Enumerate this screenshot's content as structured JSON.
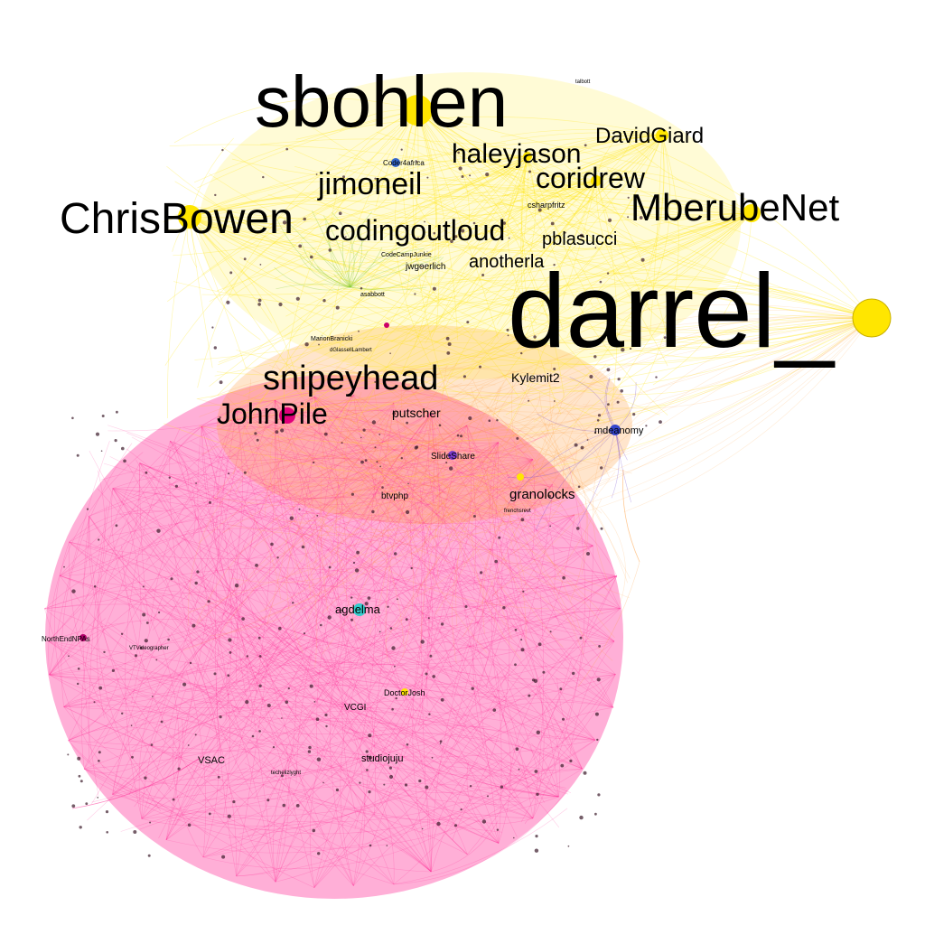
{
  "colors": {
    "background": "#ffffff",
    "cluster_pink": "#ff1a8c",
    "cluster_orange": "#ff9933",
    "cluster_yellow": "#ffe600",
    "cluster_green": "#88cc33",
    "node_blue": "#3344cc",
    "node_cyan": "#33cccc",
    "label": "#000000"
  },
  "labels": {
    "sbohlen": "sbohlen",
    "darrel": "darrel_",
    "chrisbowen": "ChrisBowen",
    "mberubenet": "MberubeNet",
    "haleyjason": "haleyjason",
    "coridrew": "coridrew",
    "jimoneil": "jimoneil",
    "davidgiard": "DavidGiard",
    "codingoutloud": "codingoutloud",
    "pblasucci": "pblasucci",
    "anotherla": "anotherla",
    "snipeyhead": "snipeyhead",
    "johnpile": "JohnPile",
    "kylemit2": "Kylemit2",
    "putscher": "putscher",
    "granolocks": "granolocks",
    "mdeanomy": "mdeanomy",
    "slideshare": "SlideShare",
    "btvphp": "btvphp",
    "agdelma": "agdelma",
    "doctorjosh": "DoctorJosh",
    "vcgi": "VCGI",
    "vsac": "VSAC",
    "studiojuju": "studiojuju",
    "northendnpas": "NorthEndNPAs",
    "coder4africa": "Coder4africa",
    "csharpfritz": "csharpfritz",
    "codecampjunkie": "CodeCampJunkie",
    "jwgoerlich": "jwgoerlich",
    "asabbott": "asabbott",
    "marionbranicki": "MarionBranicki",
    "dglassell": "dGlassellLambert",
    "talbott": "talbott",
    "vtvideographer": "VTVideographer",
    "techelizlyght": "techelizlyght",
    "frenchsrevt": "frenchsrevt"
  }
}
